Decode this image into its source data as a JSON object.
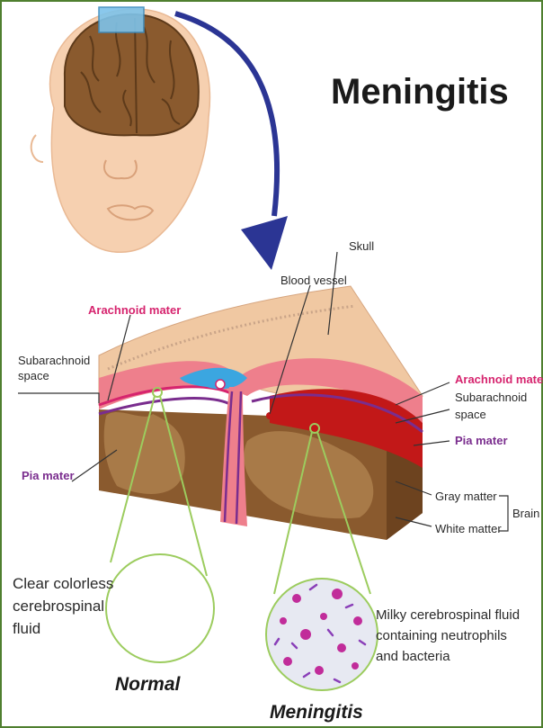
{
  "title": "Meningitis",
  "labels": {
    "skull": "Skull",
    "blood_vessel": "Blood vessel",
    "arachnoid_left": "Arachnoid mater",
    "subarachnoid_left_1": "Subarachnoid",
    "subarachnoid_left_2": "space",
    "pia_left": "Pia mater",
    "arachnoid_right": "Arachnoid mater",
    "subarachnoid_right_1": "Subarachnoid",
    "subarachnoid_right_2": "space",
    "pia_right": "Pia mater",
    "gray_matter": "Gray matter",
    "white_matter": "White matter",
    "brain": "Brain"
  },
  "normal": {
    "desc_1": "Clear colorless",
    "desc_2": "cerebrospinal",
    "desc_3": "fluid",
    "caption": "Normal"
  },
  "meningitis": {
    "desc_1": "Milky cerebrospinal fluid",
    "desc_2": "containing neutrophils",
    "desc_3": "and bacteria",
    "caption": "Meningitis"
  },
  "colors": {
    "skin": "#f6d0b0",
    "brain": "#8a5a2e",
    "bone": "#f0c8a2",
    "dura": "#ee7f8c",
    "pia": "#7a2d8e",
    "arachnoid": "#d6246e",
    "csf_clear": "#3ba6e0",
    "inflamed": "#c21818",
    "arrow": "#2b3594",
    "zoom_line": "#9ccc5e"
  }
}
